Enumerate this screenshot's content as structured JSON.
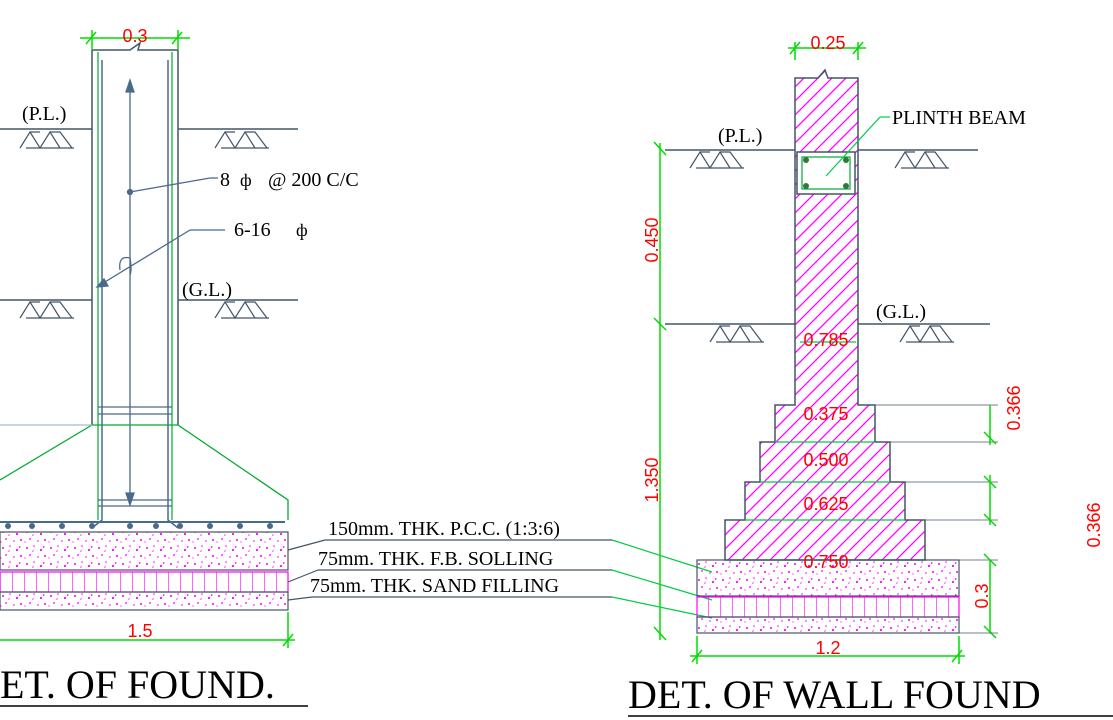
{
  "left": {
    "dim_top": "0.3",
    "pl": "(P.L.)",
    "gl": "(G.L.)",
    "rebar_stirrup": "8",
    "rebar_stirrup_spacing": "@ 200 C/C",
    "rebar_main": "6-16",
    "dim_bottom": "1.5",
    "title": "ET. OF FOUND."
  },
  "notes": {
    "pcc": "150mm. THK. P.C.C. (1:3:6)",
    "solling": "75mm. THK. F.B. SOLLING",
    "sand": "75mm. THK. SAND FILLING"
  },
  "right": {
    "dim_top": "0.25",
    "plinth_beam": "PLINTH BEAM",
    "pl": "(P.L.)",
    "gl": "(G.L.)",
    "dim_0450": "0.450",
    "dim_1350": "1.350",
    "w_0785": "0.785",
    "w_0375": "0.375",
    "w_0500": "0.500",
    "w_0625": "0.625",
    "w_0750": "0.750",
    "dim_0366_a": "0.366",
    "dim_0366_b": "0.366",
    "dim_03": "0.3",
    "dim_bottom": "1.2",
    "title": "DET. OF WALL FOUND"
  },
  "colors": {
    "dim_text": "#ff0000",
    "dim_line": "#00dd00",
    "hatch": "#ff00ff",
    "rebar": "#4a6a8a",
    "line": "#445566"
  }
}
